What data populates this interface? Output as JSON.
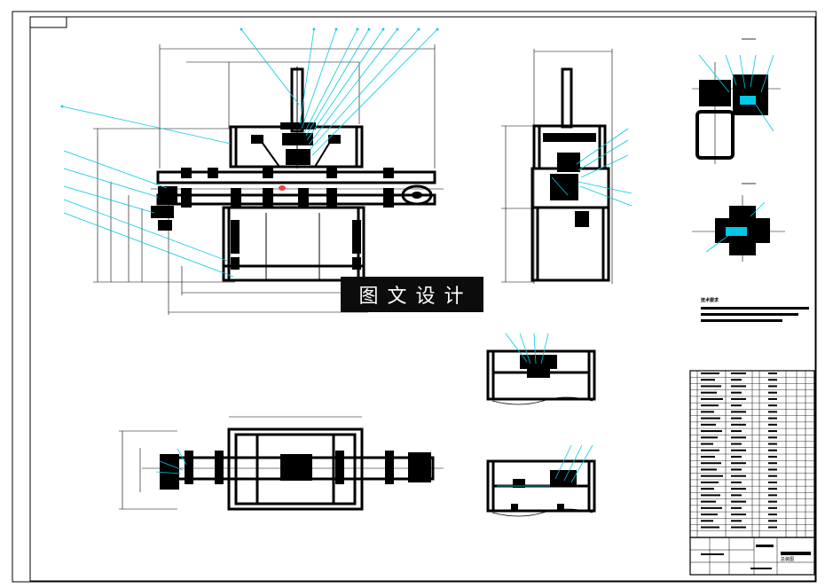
{
  "drawing": {
    "watermark_text": "图文设计",
    "colors": {
      "paper": "#ffffff",
      "line": "#000000",
      "leader": "#00c8e6",
      "stamp_bg": "#0c0c0c",
      "stamp_text": "#ffffff"
    }
  },
  "notes": {
    "title": "技术要求"
  },
  "title_block": {
    "name": "总装图"
  }
}
